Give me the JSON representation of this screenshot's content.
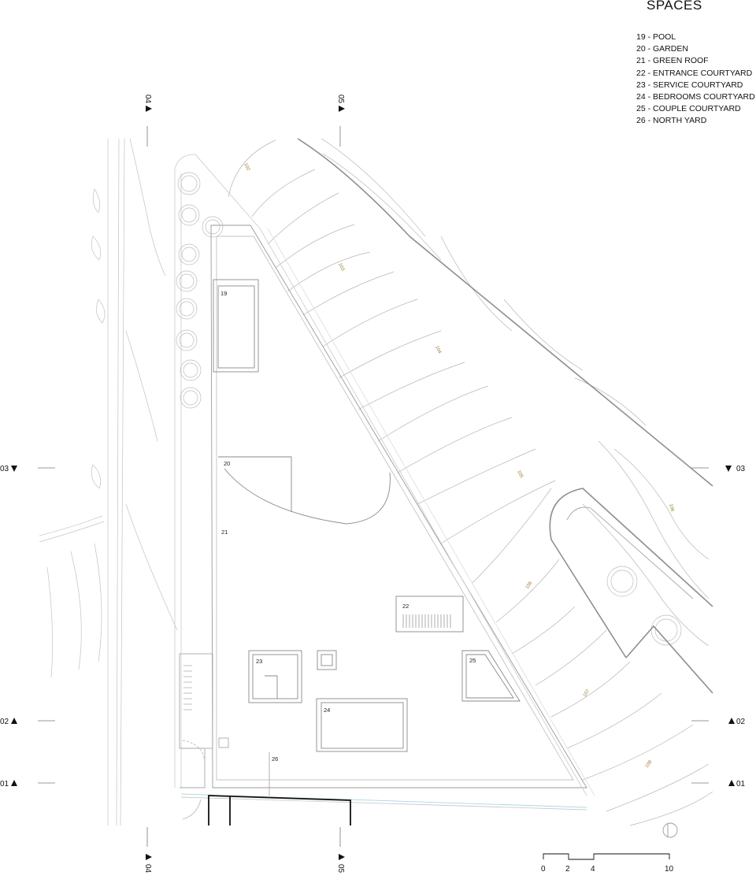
{
  "legend": {
    "title": "SPACES",
    "items": [
      "19 - POOL",
      "20 - GARDEN",
      "21 - GREEN ROOF",
      "22 - ENTRANCE COURTYARD",
      "23 - SERVICE COURTYARD",
      "24 - BEDROOMS COURTYARD",
      "25 - COUPLE COURTYARD",
      "26 - NORTH YARD"
    ]
  },
  "spaces": [
    "19",
    "20",
    "21",
    "22",
    "23",
    "24",
    "25",
    "26"
  ],
  "contours": [
    "102",
    "103",
    "104",
    "105",
    "106",
    "106",
    "107",
    "108"
  ],
  "sections": {
    "s01": "01",
    "s02": "02",
    "s03": "03",
    "s04": "04",
    "s05": "05"
  },
  "scale": [
    "0",
    "2",
    "4",
    "10"
  ]
}
